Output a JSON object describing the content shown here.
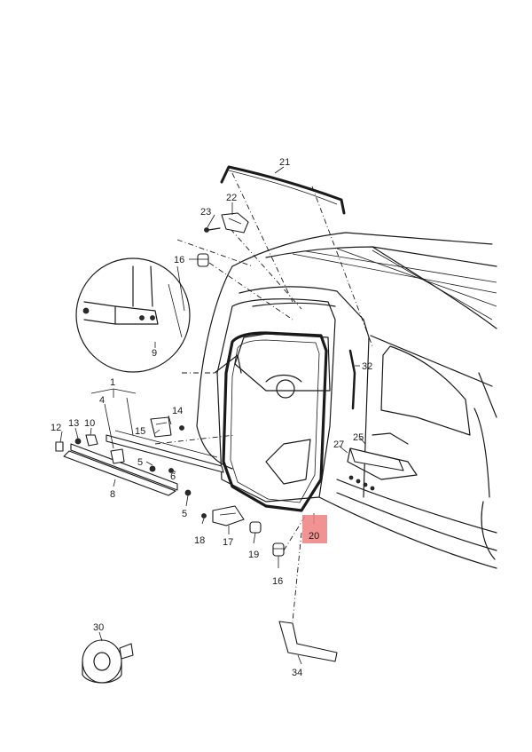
{
  "highlight_color": "#f08080",
  "highlighted_part": "20",
  "callouts": [
    {
      "id": "c1",
      "text": "1"
    },
    {
      "id": "c4",
      "text": "4"
    },
    {
      "id": "c5a",
      "text": "5"
    },
    {
      "id": "c5b",
      "text": "5"
    },
    {
      "id": "c6",
      "text": "6"
    },
    {
      "id": "c8",
      "text": "8"
    },
    {
      "id": "c9",
      "text": "9"
    },
    {
      "id": "c10",
      "text": "10"
    },
    {
      "id": "c12",
      "text": "12"
    },
    {
      "id": "c13",
      "text": "13"
    },
    {
      "id": "c14",
      "text": "14"
    },
    {
      "id": "c15",
      "text": "15"
    },
    {
      "id": "c16a",
      "text": "16"
    },
    {
      "id": "c16b",
      "text": "16"
    },
    {
      "id": "c17",
      "text": "17"
    },
    {
      "id": "c18",
      "text": "18"
    },
    {
      "id": "c19",
      "text": "19"
    },
    {
      "id": "c20",
      "text": "20"
    },
    {
      "id": "c21",
      "text": "21"
    },
    {
      "id": "c22",
      "text": "22"
    },
    {
      "id": "c23",
      "text": "23"
    },
    {
      "id": "c25",
      "text": "25"
    },
    {
      "id": "c27",
      "text": "27"
    },
    {
      "id": "c30",
      "text": "30"
    },
    {
      "id": "c32",
      "text": "32"
    },
    {
      "id": "c34",
      "text": "34"
    }
  ]
}
